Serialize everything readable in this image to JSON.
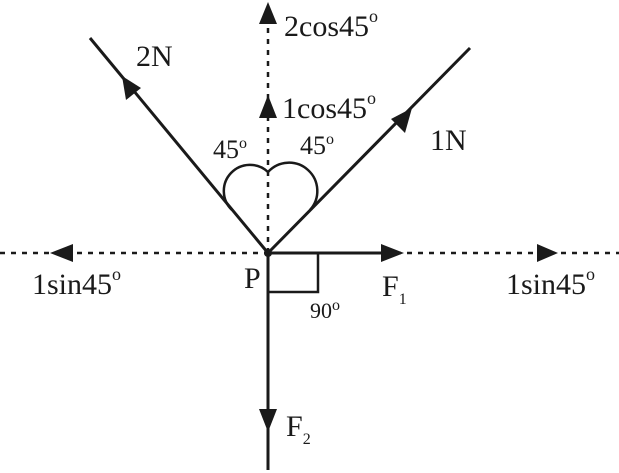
{
  "forces": {
    "two_n": "2N",
    "one_n": "1N",
    "f1": "F",
    "f1_sub": "1",
    "f2": "F",
    "f2_sub": "2"
  },
  "components": {
    "two_cos": "2cos45",
    "one_cos": "1cos45",
    "left_sin": "1sin45",
    "right_sin": "1sin45",
    "degree": "o"
  },
  "angles": {
    "left_angle": "45",
    "right_angle": "45",
    "right_angle_box": "90",
    "degree": "o"
  },
  "point": {
    "label": "P"
  },
  "colors": {
    "ink": "#1a1a1a",
    "background": "#ffffff"
  }
}
